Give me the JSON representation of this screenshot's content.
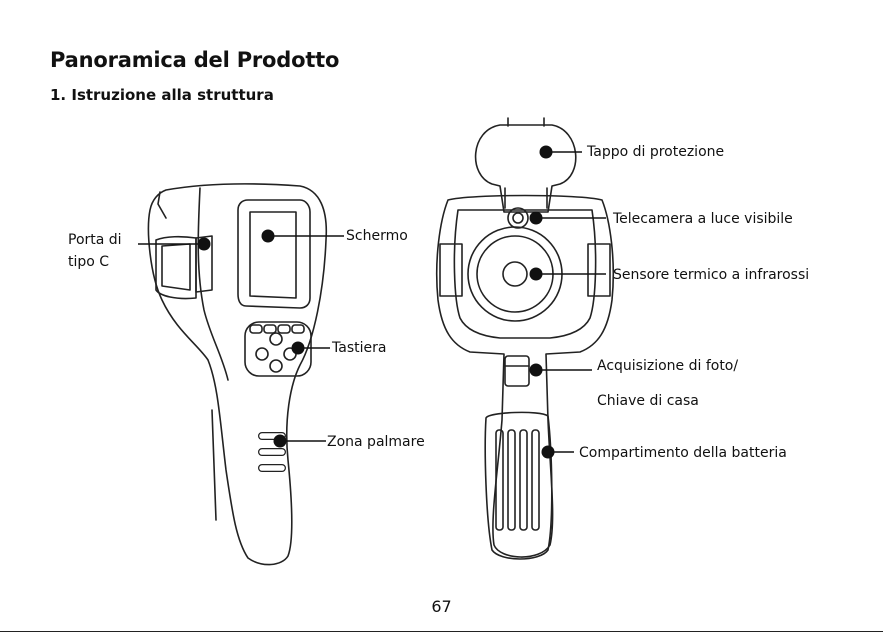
{
  "page": {
    "title": "Panoramica del Prodotto",
    "subtitle": "1. Istruzione alla struttura",
    "page_number": "67"
  },
  "callouts": {
    "type_c_port_line1": "Porta di",
    "type_c_port_line2": "tipo C",
    "screen": "Schermo",
    "keypad": "Tastiera",
    "grip_area": "Zona palmare",
    "protective_cap": "Tappo di protezione",
    "visible_light_camera": "Telecamera a luce visibile",
    "ir_thermal_sensor": "Sensore termico a infrarossi",
    "photo_capture_line1": "Acquisizione di foto/",
    "photo_capture_line2": "Chiave di casa",
    "battery_compartment": "Compartimento della batteria"
  }
}
